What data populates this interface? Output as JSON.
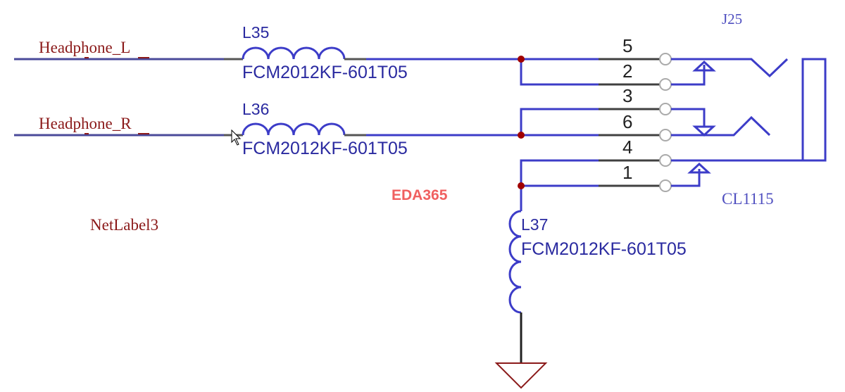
{
  "nets": {
    "left": "Headphone_L",
    "right": "Headphone_R",
    "netlabel": "NetLabel3"
  },
  "inductors": [
    {
      "ref": "L35",
      "value": "FCM2012KF-601T05"
    },
    {
      "ref": "L36",
      "value": "FCM2012KF-601T05"
    },
    {
      "ref": "L37",
      "value": "FCM2012KF-601T05"
    }
  ],
  "connector": {
    "ref": "J25",
    "part": "CL1115",
    "pins": [
      "5",
      "2",
      "3",
      "6",
      "4",
      "1"
    ]
  },
  "watermark": "EDA365",
  "colors": {
    "wire": "#3c3cc8",
    "net_wire": "#4a4a9a",
    "net_label": "#8b1a1a",
    "junction": "#a00000",
    "pin": "#404040",
    "watermark": "#f06060",
    "ground": "#8b1a1a"
  }
}
